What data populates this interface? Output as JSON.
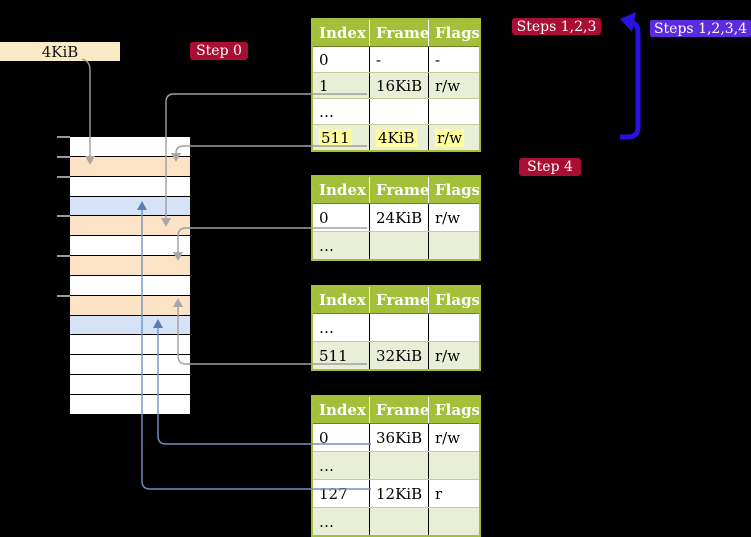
{
  "labels": {
    "frame_size": "4KiB"
  },
  "badges": {
    "step0": {
      "label": "Step 0"
    },
    "steps123": {
      "label": "Steps 1,2,3"
    },
    "steps1234": {
      "label": "Steps 1,2,3,4"
    },
    "step4": {
      "label": "Step 4"
    }
  },
  "memory_strip": {
    "description_of_rows": "14 equal 4KiB frames from top to bottom",
    "rows": [
      "free",
      "table",
      "free",
      "page",
      "table",
      "free",
      "table",
      "free",
      "table",
      "page",
      "free",
      "free",
      "free",
      "free"
    ],
    "tick_mark_count": 6
  },
  "tables": [
    {
      "headers": [
        "Index",
        "Frame",
        "Flags"
      ],
      "rows": [
        {
          "index": "0",
          "frame": "-",
          "flags": "-",
          "shaded": false,
          "highlighted": false
        },
        {
          "index": "1",
          "frame": "16KiB",
          "flags": "r/w",
          "shaded": true,
          "highlighted": false
        },
        {
          "index": "…",
          "frame": "",
          "flags": "",
          "shaded": false,
          "highlighted": false
        },
        {
          "index": "511",
          "frame": "4KiB",
          "flags": "r/w",
          "shaded": true,
          "highlighted": true
        }
      ]
    },
    {
      "headers": [
        "Index",
        "Frame",
        "Flags"
      ],
      "rows": [
        {
          "index": "0",
          "frame": "24KiB",
          "flags": "r/w",
          "shaded": false,
          "highlighted": false
        },
        {
          "index": "…",
          "frame": "",
          "flags": "",
          "shaded": true,
          "highlighted": false
        }
      ]
    },
    {
      "headers": [
        "Index",
        "Frame",
        "Flags"
      ],
      "rows": [
        {
          "index": "…",
          "frame": "",
          "flags": "",
          "shaded": false,
          "highlighted": false
        },
        {
          "index": "511",
          "frame": "32KiB",
          "flags": "r/w",
          "shaded": true,
          "highlighted": false
        }
      ]
    },
    {
      "headers": [
        "Index",
        "Frame",
        "Flags"
      ],
      "rows": [
        {
          "index": "0",
          "frame": "36KiB",
          "flags": "r/w",
          "shaded": false,
          "highlighted": false
        },
        {
          "index": "…",
          "frame": "",
          "flags": "",
          "shaded": true,
          "highlighted": false
        },
        {
          "index": "127",
          "frame": "12KiB",
          "flags": "r",
          "shaded": false,
          "highlighted": false
        },
        {
          "index": "…",
          "frame": "",
          "flags": "",
          "shaded": true,
          "highlighted": false
        }
      ]
    }
  ],
  "colors": {
    "background": "#000000",
    "table_header_green": "#a4c03a",
    "table_row_green": "#e9eed7",
    "highlight_yellow": "#ffff9e",
    "memory_table_peach": "#fce3c6",
    "memory_page_blue": "#d6e2f5",
    "label_cream": "#f9e9c4",
    "badge_red": "#a90e33",
    "badge_purple": "#5b2be0",
    "big_arrow_blue": "#2a11e2",
    "connector_gray": "#9f9f9f",
    "connector_steel_blue": "#7191c4"
  }
}
